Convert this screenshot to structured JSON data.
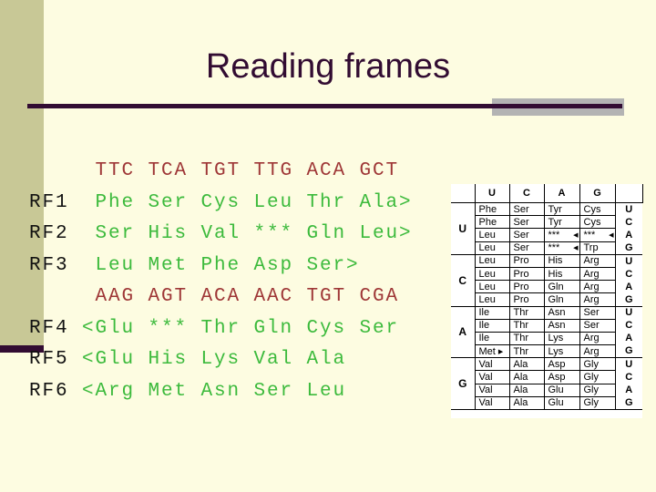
{
  "slide": {
    "title": "Reading frames",
    "colors": {
      "background": "#fdfce1",
      "sidebar": "#c8c896",
      "accent_dark": "#320c32",
      "accent_gray": "#b3b3b3",
      "dna_red": "#9e3636",
      "protein_green": "#3cba3c",
      "table_bg": "#ffffff",
      "table_ink": "#000000"
    }
  },
  "reading_frames": {
    "lines": [
      {
        "label": "",
        "text": " TTC TCA TGT TTG ACA GCT",
        "type": "dna"
      },
      {
        "label": "RF1",
        "text": " Phe Ser Cys Leu Thr Ala>",
        "type": "protein"
      },
      {
        "label": "RF2",
        "text": " Ser His Val *** Gln Leu>",
        "type": "protein"
      },
      {
        "label": "RF3",
        "text": " Leu Met Phe Asp Ser>",
        "type": "protein"
      },
      {
        "label": "",
        "text": " AAG AGT ACA AAC TGT CGA",
        "type": "dna"
      },
      {
        "label": "RF4",
        "text": "<Glu *** Thr Gln Cys Ser",
        "type": "protein"
      },
      {
        "label": "RF5",
        "text": "<Glu His Lys Val Ala",
        "type": "protein"
      },
      {
        "label": "RF6",
        "text": "<Arg Met Asn Ser Leu",
        "type": "protein"
      }
    ]
  },
  "codon_table": {
    "column_headers": [
      "U",
      "C",
      "A",
      "G"
    ],
    "stop_marker": "◀",
    "start_marker": "▶",
    "groups": [
      {
        "label": "U",
        "rows": [
          {
            "base": "U",
            "cells": [
              "Phe",
              "Ser",
              "Tyr",
              "Cys"
            ]
          },
          {
            "base": "C",
            "cells": [
              "Phe",
              "Ser",
              "Tyr",
              "Cys"
            ]
          },
          {
            "base": "A",
            "cells": [
              "Leu",
              "Ser",
              "***◀",
              "***◀"
            ]
          },
          {
            "base": "G",
            "cells": [
              "Leu",
              "Ser",
              "***◀",
              "Trp"
            ]
          }
        ]
      },
      {
        "label": "C",
        "rows": [
          {
            "base": "U",
            "cells": [
              "Leu",
              "Pro",
              "His",
              "Arg"
            ]
          },
          {
            "base": "C",
            "cells": [
              "Leu",
              "Pro",
              "His",
              "Arg"
            ]
          },
          {
            "base": "A",
            "cells": [
              "Leu",
              "Pro",
              "Gln",
              "Arg"
            ]
          },
          {
            "base": "G",
            "cells": [
              "Leu",
              "Pro",
              "Gln",
              "Arg"
            ]
          }
        ]
      },
      {
        "label": "A",
        "rows": [
          {
            "base": "U",
            "cells": [
              "Ile",
              "Thr",
              "Asn",
              "Ser"
            ]
          },
          {
            "base": "C",
            "cells": [
              "Ile",
              "Thr",
              "Asn",
              "Ser"
            ]
          },
          {
            "base": "A",
            "cells": [
              "Ile",
              "Thr",
              "Lys",
              "Arg"
            ]
          },
          {
            "base": "G",
            "cells": [
              "Met▶",
              "Thr",
              "Lys",
              "Arg"
            ]
          }
        ]
      },
      {
        "label": "G",
        "rows": [
          {
            "base": "U",
            "cells": [
              "Val",
              "Ala",
              "Asp",
              "Gly"
            ]
          },
          {
            "base": "C",
            "cells": [
              "Val",
              "Ala",
              "Asp",
              "Gly"
            ]
          },
          {
            "base": "A",
            "cells": [
              "Val",
              "Ala",
              "Glu",
              "Gly"
            ]
          },
          {
            "base": "G",
            "cells": [
              "Val",
              "Ala",
              "Glu",
              "Gly"
            ]
          }
        ]
      }
    ]
  }
}
